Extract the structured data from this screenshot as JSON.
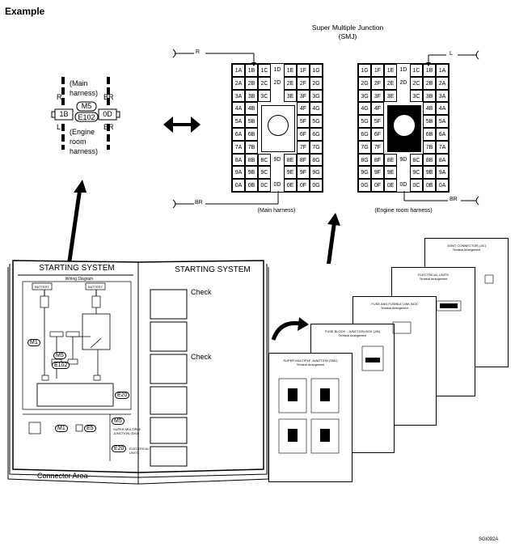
{
  "page": {
    "title": "Example",
    "code": "SGI092A"
  },
  "connector_detail": {
    "main_harness_label": "(Main\nharness)",
    "engine_room_label": "(Engine\nroom\nharness)",
    "wire_R": "R",
    "wire_BR_top": "BR",
    "wire_L": "L",
    "wire_BR_bottom": "BR",
    "terminal_left": "1B",
    "terminal_right": "0D",
    "connector_M5": "M5",
    "connector_E102": "E102"
  },
  "smj": {
    "title": "Super Multiple Junction",
    "subtitle": "(SMJ)",
    "main": {
      "caption": "(Main harness)",
      "wire_top": "R",
      "wire_bottom": "BR",
      "cells_top": [
        [
          "1A",
          "1B",
          "1C",
          "1D",
          "1E",
          "1F",
          "1G"
        ],
        [
          "2A",
          "2B",
          "2C",
          "2D",
          "2E",
          "2F",
          "2G"
        ],
        [
          "3A",
          "3B",
          "3C",
          "",
          "3E",
          "3F",
          "3G"
        ],
        [
          "4A",
          "4B",
          "",
          "",
          "",
          "4F",
          "4G"
        ],
        [
          "5A",
          "5B",
          "",
          "",
          "",
          "5F",
          "5G"
        ]
      ],
      "cells_bottom": [
        [
          "6A",
          "6B",
          "",
          "",
          "",
          "6F",
          "6G"
        ],
        [
          "7A",
          "7B",
          "",
          "",
          "",
          "7F",
          "7G"
        ],
        [
          "8A",
          "8B",
          "8C",
          "9D",
          "8E",
          "8F",
          "8G"
        ],
        [
          "9A",
          "9B",
          "9C",
          "",
          "9E",
          "9F",
          "9G"
        ],
        [
          "0A",
          "0B",
          "0C",
          "0D",
          "0E",
          "0F",
          "0G"
        ]
      ]
    },
    "engine": {
      "caption": "(Engine room harness)",
      "wire_top": "L",
      "wire_bottom": "BR",
      "cells_top": [
        [
          "1G",
          "1F",
          "1E",
          "1D",
          "1C",
          "1B",
          "1A"
        ],
        [
          "2G",
          "2F",
          "2E",
          "2D",
          "2C",
          "2B",
          "2A"
        ],
        [
          "3G",
          "3F",
          "3E",
          "",
          "3C",
          "3B",
          "3A"
        ],
        [
          "4G",
          "4F",
          "",
          "",
          "",
          "4B",
          "4A"
        ],
        [
          "5G",
          "5F",
          "",
          "",
          "",
          "5B",
          "5A"
        ]
      ],
      "cells_bottom": [
        [
          "6G",
          "6F",
          "",
          "",
          "",
          "6B",
          "6A"
        ],
        [
          "7G",
          "7F",
          "",
          "",
          "",
          "7B",
          "7A"
        ],
        [
          "8G",
          "8F",
          "8E",
          "9D",
          "8C",
          "8B",
          "8A"
        ],
        [
          "9G",
          "9F",
          "9E",
          "",
          "9C",
          "9B",
          "9A"
        ],
        [
          "0G",
          "0F",
          "0E",
          "0D",
          "0C",
          "0B",
          "0A"
        ]
      ]
    }
  },
  "book": {
    "left_title": "STARTING SYSTEM",
    "left_subtitle": "Wiring Diagram",
    "right_title": "STARTING SYSTEM",
    "check_1": "Check",
    "check_2": "Check",
    "battery_1": "BATTERY",
    "battery_2": "BATTERY",
    "conn_M1": "M1",
    "conn_M5": "M5",
    "conn_E102": "E102",
    "conn_E20": "E20",
    "legend_M1": "M1",
    "legend_E5": "E5",
    "legend_M5": "M5",
    "legend_E20": "E20",
    "legend_M5_text": "SUPER MULTIPLE\nJUNCTION (SMJ)",
    "legend_E20_text": "ELECTRICAL\nUNITS",
    "connector_area": "Connector Area"
  },
  "sheets": [
    {
      "title": "SUPER MULTIPLE JUNCTION (SMJ)",
      "subtitle": "Terminal Arrangement"
    },
    {
      "title": "FUSE BLOCK - JUNCTION BOX (J/B)",
      "subtitle": "Terminal Arrangement"
    },
    {
      "title": "FUSE AND FUSIBLE LINK BOX",
      "subtitle": "Terminal Arrangement"
    },
    {
      "title": "ELECTRICAL UNITS",
      "subtitle": "Terminal Arrangement"
    },
    {
      "title": "JOINT CONNECTOR (J/C)",
      "subtitle": "Terminal Arrangement"
    }
  ]
}
